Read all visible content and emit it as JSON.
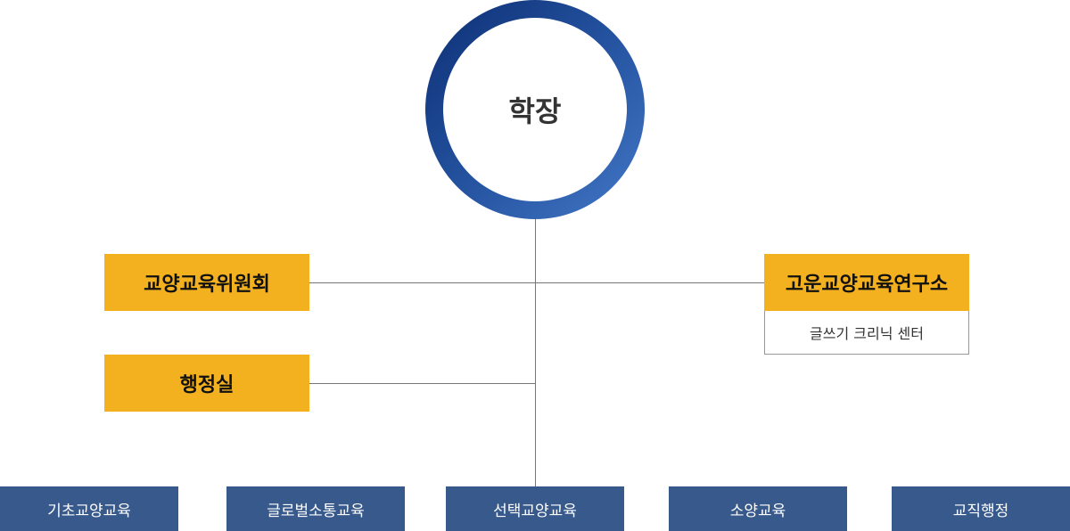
{
  "president": "학장",
  "committee": "교양교육위원회",
  "admin_office": "행정실",
  "institute": {
    "label": "고운교양교육연구소",
    "sub_unit": "글쓰기 크리닉 센터"
  },
  "departments": [
    "기초교양교육",
    "글로벌소통교육",
    "선택교양교육",
    "소양교육",
    "교직행정"
  ],
  "colors": {
    "yellow": "#f3b120",
    "navy": "#37598c",
    "ring_dark": "#0c2f74",
    "ring_light": "#4277c6"
  }
}
